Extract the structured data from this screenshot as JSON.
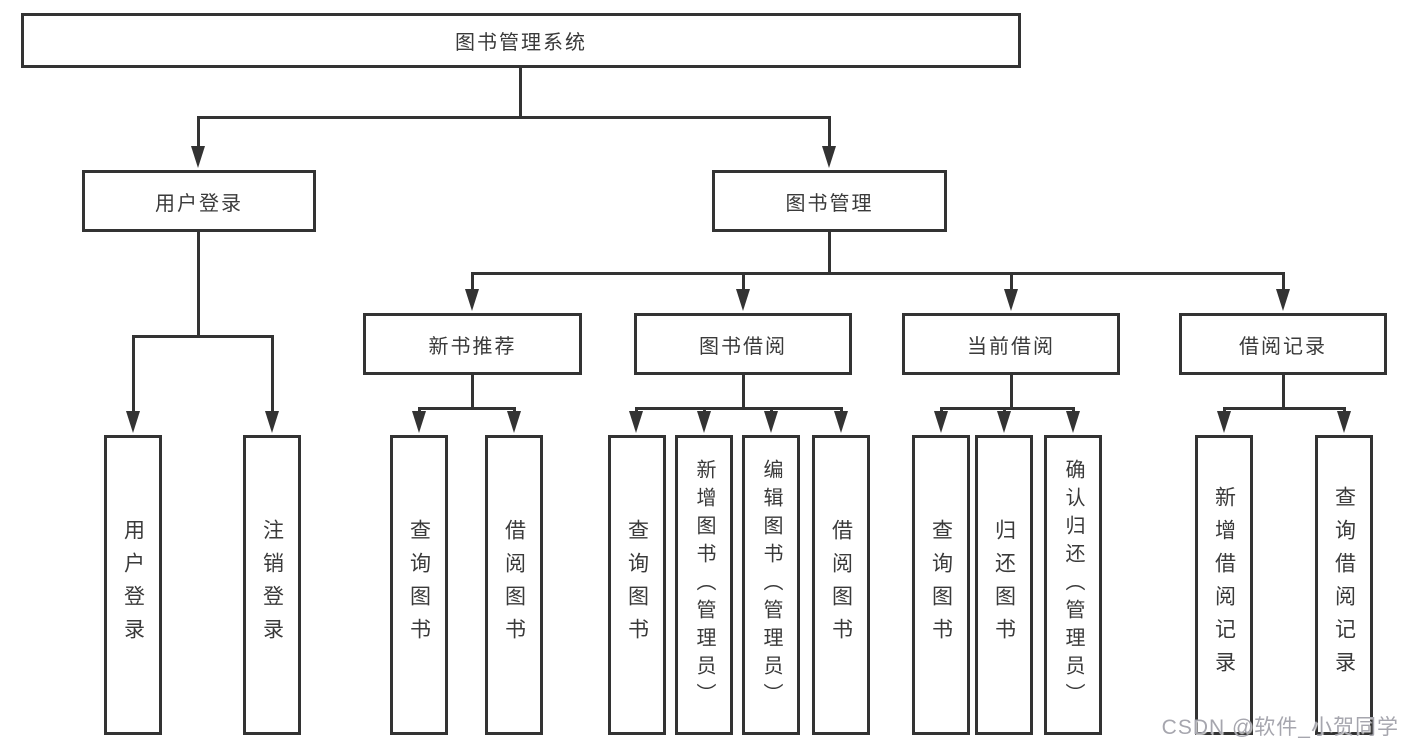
{
  "background": "#ffffff",
  "colors": {
    "line": "#333333",
    "node_border": "#333333",
    "node_text": "#3a3a3a",
    "watermark_text": "#a6a6ae"
  },
  "tree": {
    "label": "图书管理系统",
    "children": [
      {
        "label": "用户登录",
        "children": [
          {
            "label": "用户登录"
          },
          {
            "label": "注销登录"
          }
        ]
      },
      {
        "label": "图书管理",
        "children": [
          {
            "label": "新书推荐",
            "children": [
              {
                "label": "查询图书"
              },
              {
                "label": "借阅图书"
              }
            ]
          },
          {
            "label": "图书借阅",
            "children": [
              {
                "label": "查询图书"
              },
              {
                "label": "新增图书（管理员）"
              },
              {
                "label": "编辑图书（管理员）"
              },
              {
                "label": "借阅图书"
              }
            ]
          },
          {
            "label": "当前借阅",
            "children": [
              {
                "label": "查询图书"
              },
              {
                "label": "归还图书"
              },
              {
                "label": "确认归还（管理员）"
              }
            ]
          },
          {
            "label": "借阅记录",
            "children": [
              {
                "label": "新增借阅记录"
              },
              {
                "label": "查询借阅记录"
              }
            ]
          }
        ]
      }
    ]
  },
  "watermark": {
    "text": "CSDN @软件_小贺同学"
  }
}
